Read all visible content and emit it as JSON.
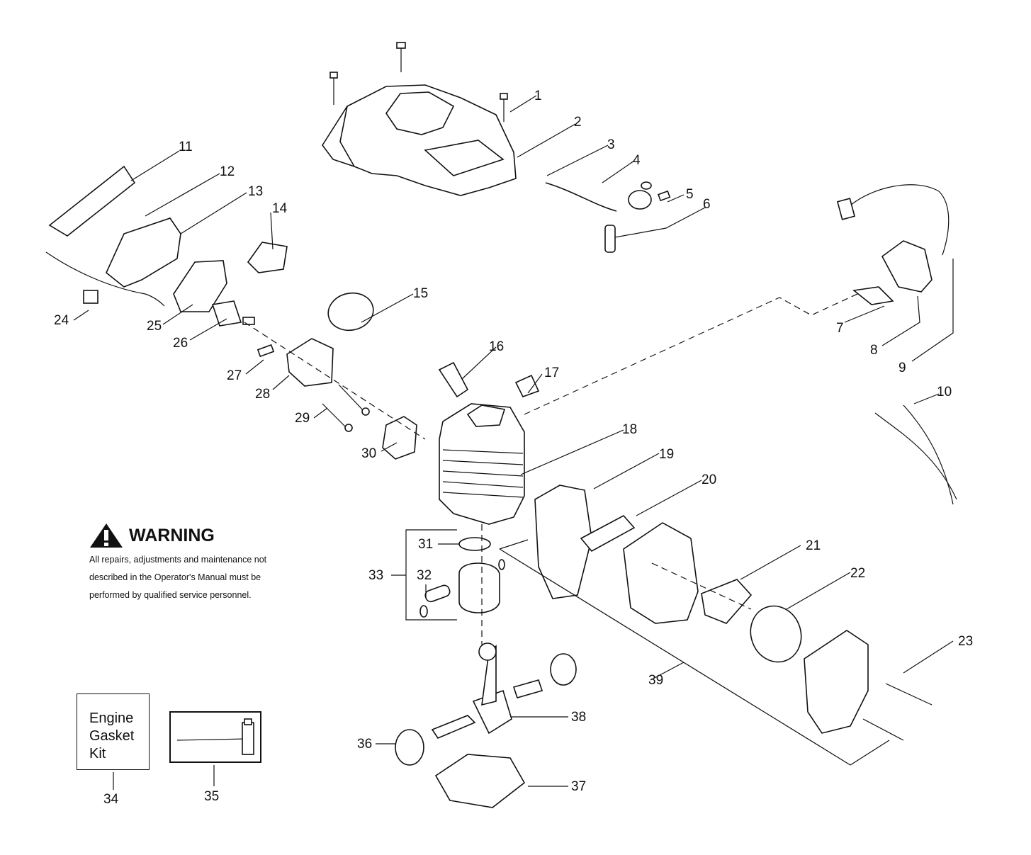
{
  "warning": {
    "title": "WARNING",
    "lines": [
      "All repairs, adjustments and maintenance not",
      "described in the Operator's Manual must be",
      "performed by qualified  service personnel."
    ]
  },
  "kit": {
    "lines": [
      "Engine",
      "Gasket",
      "Kit"
    ]
  },
  "callouts": [
    "1",
    "2",
    "3",
    "4",
    "5",
    "6",
    "7",
    "8",
    "9",
    "10",
    "11",
    "12",
    "13",
    "14",
    "15",
    "16",
    "17",
    "18",
    "19",
    "20",
    "21",
    "22",
    "23",
    "24",
    "25",
    "26",
    "27",
    "28",
    "29",
    "30",
    "31",
    "32",
    "33",
    "34",
    "35",
    "36",
    "37",
    "38",
    "39"
  ],
  "icons": {
    "warning": "warning-triangle-icon"
  }
}
